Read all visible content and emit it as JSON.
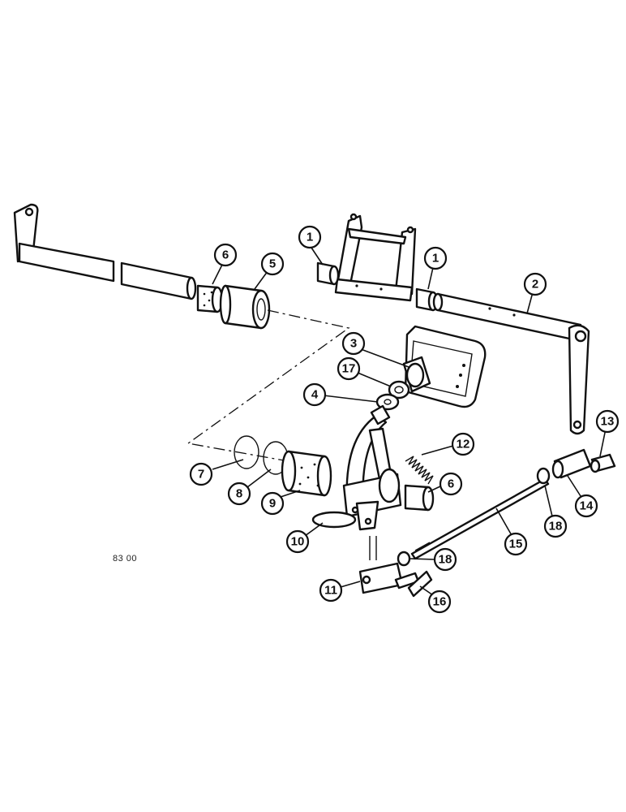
{
  "drawing_code": "83 00",
  "callouts": [
    {
      "id": "c-1a",
      "label": "1"
    },
    {
      "id": "c-1b",
      "label": "1"
    },
    {
      "id": "c-2",
      "label": "2"
    },
    {
      "id": "c-3",
      "label": "3"
    },
    {
      "id": "c-4",
      "label": "4"
    },
    {
      "id": "c-5",
      "label": "5"
    },
    {
      "id": "c-6a",
      "label": "6"
    },
    {
      "id": "c-6b",
      "label": "6"
    },
    {
      "id": "c-7",
      "label": "7"
    },
    {
      "id": "c-8",
      "label": "8"
    },
    {
      "id": "c-9",
      "label": "9"
    },
    {
      "id": "c-10",
      "label": "10"
    },
    {
      "id": "c-11",
      "label": "11"
    },
    {
      "id": "c-12",
      "label": "12"
    },
    {
      "id": "c-13",
      "label": "13"
    },
    {
      "id": "c-14",
      "label": "14"
    },
    {
      "id": "c-15",
      "label": "15"
    },
    {
      "id": "c-16",
      "label": "16"
    },
    {
      "id": "c-17",
      "label": "17"
    },
    {
      "id": "c-18a",
      "label": "18"
    },
    {
      "id": "c-18b",
      "label": "18"
    }
  ]
}
